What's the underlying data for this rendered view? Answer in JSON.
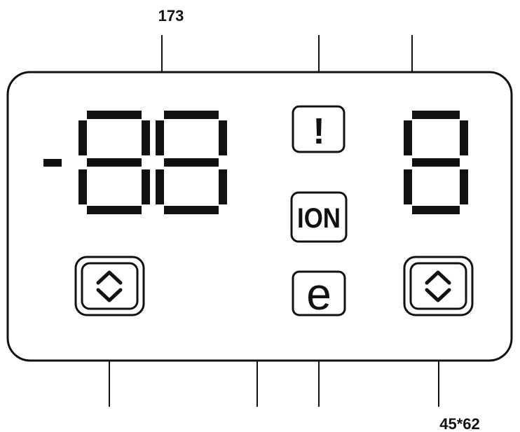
{
  "panel": {
    "colors": {
      "ink": "#111111",
      "background": "#ffffff"
    },
    "temperature_display": {
      "minus_sign": true,
      "digits": [
        "8",
        "8"
      ]
    },
    "fan_display": {
      "digits": [
        "8"
      ]
    },
    "alarm_indicator": {
      "label": "!"
    },
    "ion_button": {
      "label": "ION"
    },
    "eco_button": {
      "label": "e"
    },
    "left_arrow_button": {
      "icon": "up-down-chevron-icon"
    },
    "right_arrow_button": {
      "icon": "up-down-chevron-icon"
    }
  },
  "callouts": {
    "top": "173",
    "bottom_right": "45*62"
  }
}
